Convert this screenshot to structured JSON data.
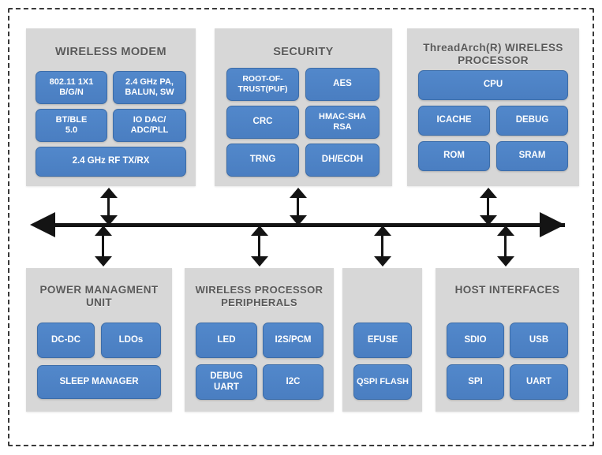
{
  "diagram": {
    "title": "Wireless SoC Block Diagram",
    "colors": {
      "chip_boundary": "#3a3a3a",
      "panel_background": "#d7d7d7",
      "block_fill": "#4b80c4",
      "block_text": "#ffffff",
      "panel_title_text": "#595959",
      "bus_line": "#141414",
      "canvas_background": "#ffffff"
    },
    "panels": [
      {
        "id": "wireless-modem",
        "title": "WIRELESS MODEM",
        "blocks": [
          {
            "label": "802.11 1X1\nB/G/N"
          },
          {
            "label": "2.4 GHz PA,\nBALUN, SW"
          },
          {
            "label": "BT/BLE\n5.0"
          },
          {
            "label": "IO DAC/\nADC/PLL"
          },
          {
            "label": "2.4 GHz RF TX/RX"
          }
        ]
      },
      {
        "id": "security",
        "title": "SECURITY",
        "blocks": [
          {
            "label": "ROOT-OF-\nTRUST(PUF)"
          },
          {
            "label": "AES"
          },
          {
            "label": "CRC"
          },
          {
            "label": "HMAC-SHA\nRSA"
          },
          {
            "label": "TRNG"
          },
          {
            "label": "DH/ECDH"
          }
        ]
      },
      {
        "id": "threadarch-wireless-processor",
        "title": "ThreadArch(R) WIRELESS\nPROCESSOR",
        "blocks": [
          {
            "label": "CPU"
          },
          {
            "label": "ICACHE"
          },
          {
            "label": "DEBUG"
          },
          {
            "label": "ROM"
          },
          {
            "label": "SRAM"
          }
        ]
      },
      {
        "id": "power-managment-unit",
        "title": "POWER MANAGMENT\nUNIT",
        "blocks": [
          {
            "label": "DC-DC"
          },
          {
            "label": "LDOs"
          },
          {
            "label": "SLEEP MANAGER"
          }
        ]
      },
      {
        "id": "wireless-processor-peripherals",
        "title": "WIRELESS PROCESSOR\nPERIPHERALS",
        "blocks": [
          {
            "label": "LED"
          },
          {
            "label": "I2S/PCM"
          },
          {
            "label": "DEBUG\nUART"
          },
          {
            "label": "I2C"
          }
        ]
      },
      {
        "id": "memory",
        "title": "",
        "blocks": [
          {
            "label": "EFUSE"
          },
          {
            "label": "QSPI FLASH"
          }
        ]
      },
      {
        "id": "host-interfaces",
        "title": "HOST\nINTERFACES",
        "blocks": [
          {
            "label": "SDIO"
          },
          {
            "label": "USB"
          },
          {
            "label": "SPI"
          },
          {
            "label": "UART"
          }
        ]
      }
    ],
    "bus": {
      "name": "system-interconnect-bus",
      "arrow_left": "arrow-left",
      "arrow_right": "arrow-right",
      "connectors": [
        {
          "name": "connector-wireless-modem",
          "direction": "bidirectional"
        },
        {
          "name": "connector-security",
          "direction": "bidirectional"
        },
        {
          "name": "connector-threadarch",
          "direction": "bidirectional"
        },
        {
          "name": "connector-power-managment-unit",
          "direction": "bidirectional"
        },
        {
          "name": "connector-wireless-processor-peripherals",
          "direction": "bidirectional"
        },
        {
          "name": "connector-memory",
          "direction": "bidirectional"
        },
        {
          "name": "connector-host-interfaces",
          "direction": "bidirectional"
        }
      ]
    }
  }
}
